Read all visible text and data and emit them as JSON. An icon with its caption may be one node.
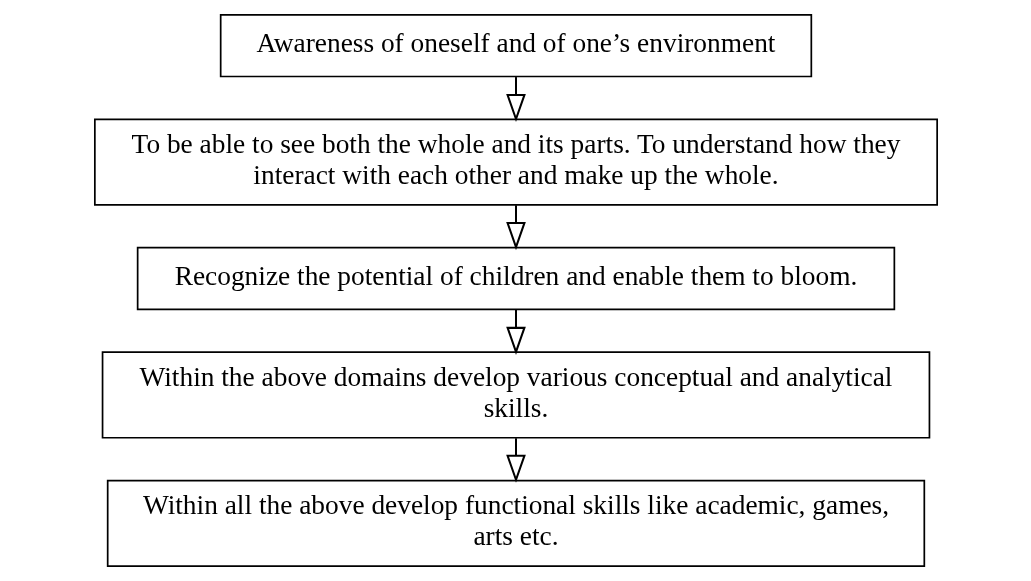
{
  "diagram": {
    "nodes": [
      {
        "text": [
          "Awareness of oneself and of one’s environment"
        ]
      },
      {
        "text": [
          "To be able to see both the whole and its parts. To understand how they interact with each other and make up the whole."
        ]
      },
      {
        "text": [
          "Recognize the potential of children and enable them to bloom."
        ]
      },
      {
        "text": [
          "Within the above domains develop various conceptual and analytical skills."
        ]
      },
      {
        "text": [
          "Within all the above develop functional skills like academic, games, arts etc."
        ]
      }
    ],
    "edges": [
      {
        "from": 0,
        "to": 1,
        "arrow": "to"
      },
      {
        "from": 1,
        "to": 2,
        "arrow": "to"
      },
      {
        "from": 2,
        "to": 3,
        "arrow": "to"
      },
      {
        "from": 3,
        "to": 4,
        "arrow": "to"
      }
    ]
  }
}
